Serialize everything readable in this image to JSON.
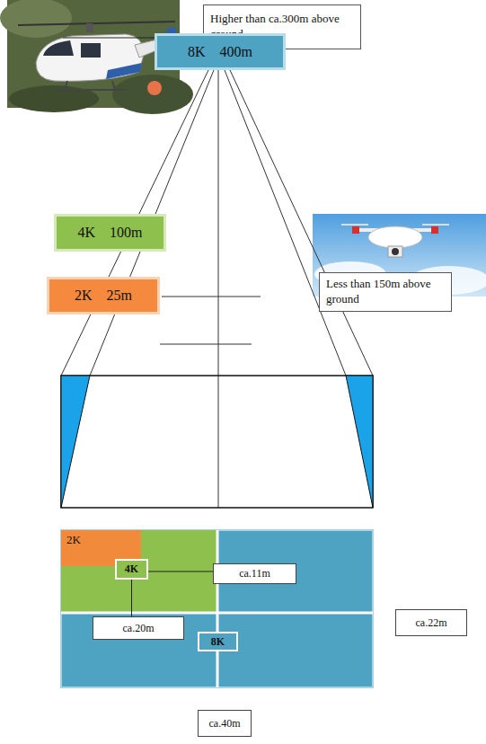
{
  "diagram": {
    "nodes": [
      {
        "text": [
          "Higher than ca.300m above ground"
        ]
      },
      {
        "text": [
          "8K 400m"
        ]
      },
      {
        "text": [
          "4K 100m"
        ]
      },
      {
        "text": [
          "Less than 150m above ground"
        ]
      },
      {
        "text": [
          "2K 25m"
        ]
      },
      {
        "text": [
          "2K"
        ]
      },
      {
        "text": [
          "4K"
        ]
      },
      {
        "text": [
          "ca.11m"
        ]
      },
      {
        "text": [
          "ca.20m"
        ]
      },
      {
        "text": [
          "8K"
        ]
      },
      {
        "text": [
          "ca.22m"
        ]
      },
      {
        "text": [
          "ca.40m"
        ]
      }
    ],
    "edges": [
      {
        "from": 6,
        "to": 7,
        "arrow": "none"
      },
      {
        "from": 6,
        "to": 8,
        "arrow": "none"
      }
    ]
  }
}
